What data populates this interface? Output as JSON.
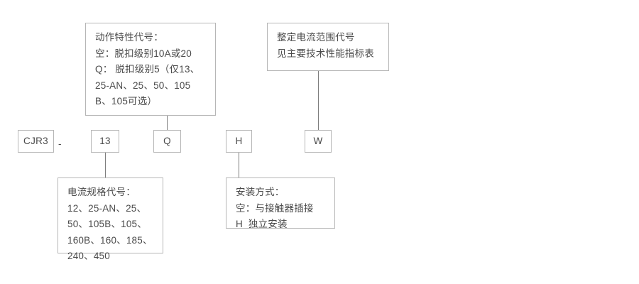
{
  "diagram": {
    "title": "CJR3 型号命名规则图",
    "line_color": "#7d7d7d",
    "box_border_color": "#b6b6b6",
    "text_color": "#4a4a4a",
    "background": "#ffffff"
  },
  "code_boxes": [
    {
      "id": "series",
      "label": "CJR3"
    },
    {
      "id": "current-spec",
      "label": "13"
    },
    {
      "id": "action-char",
      "label": "Q"
    },
    {
      "id": "mount-type",
      "label": "H"
    },
    {
      "id": "current-range",
      "label": "W"
    }
  ],
  "separator": {
    "dash": "-"
  },
  "notes": {
    "action_characteristic": {
      "id": "action-characteristic-note",
      "lines": [
        "动作特性代号：",
        "空：脱扣级别10A或20",
        "Q： 脱扣级别5（仅13、",
        "25-AN、25、50、105",
        "B、105可选）"
      ]
    },
    "current_range": {
      "id": "current-range-note",
      "lines": [
        "整定电流范围代号",
        "见主要技术性能指标表"
      ]
    },
    "current_spec": {
      "id": "current-spec-note",
      "lines": [
        "电流规格代号：",
        "12、25-AN、25、",
        "50、105B、105、",
        "160B、160、185、",
        "240、450"
      ]
    },
    "mounting": {
      "id": "mounting-note",
      "lines": [
        "安装方式：",
        "空：与接触器插接",
        "H  独立安装"
      ]
    }
  }
}
